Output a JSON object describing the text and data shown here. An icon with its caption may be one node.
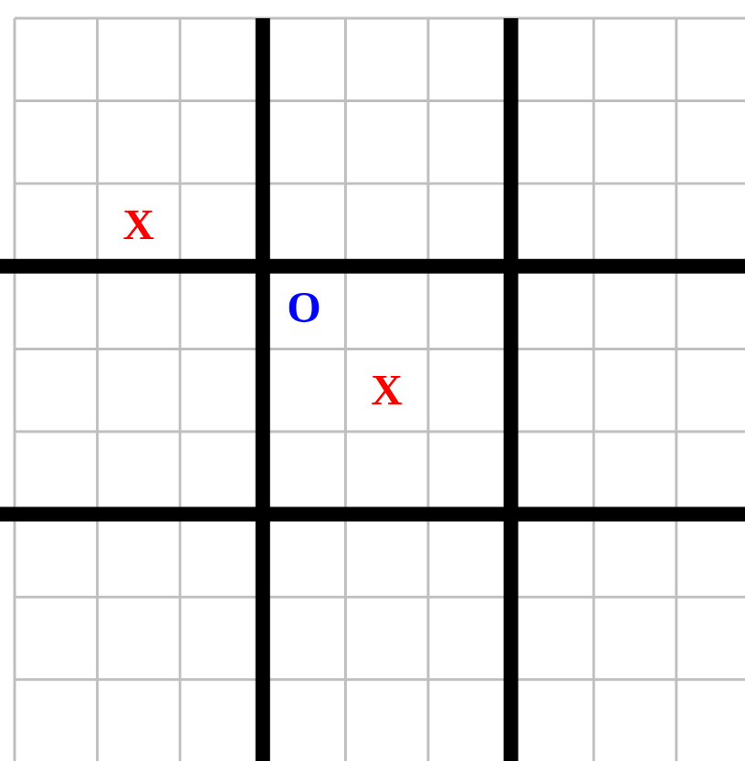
{
  "diagram": {
    "labels": [
      "X",
      "O",
      "X"
    ]
  }
}
